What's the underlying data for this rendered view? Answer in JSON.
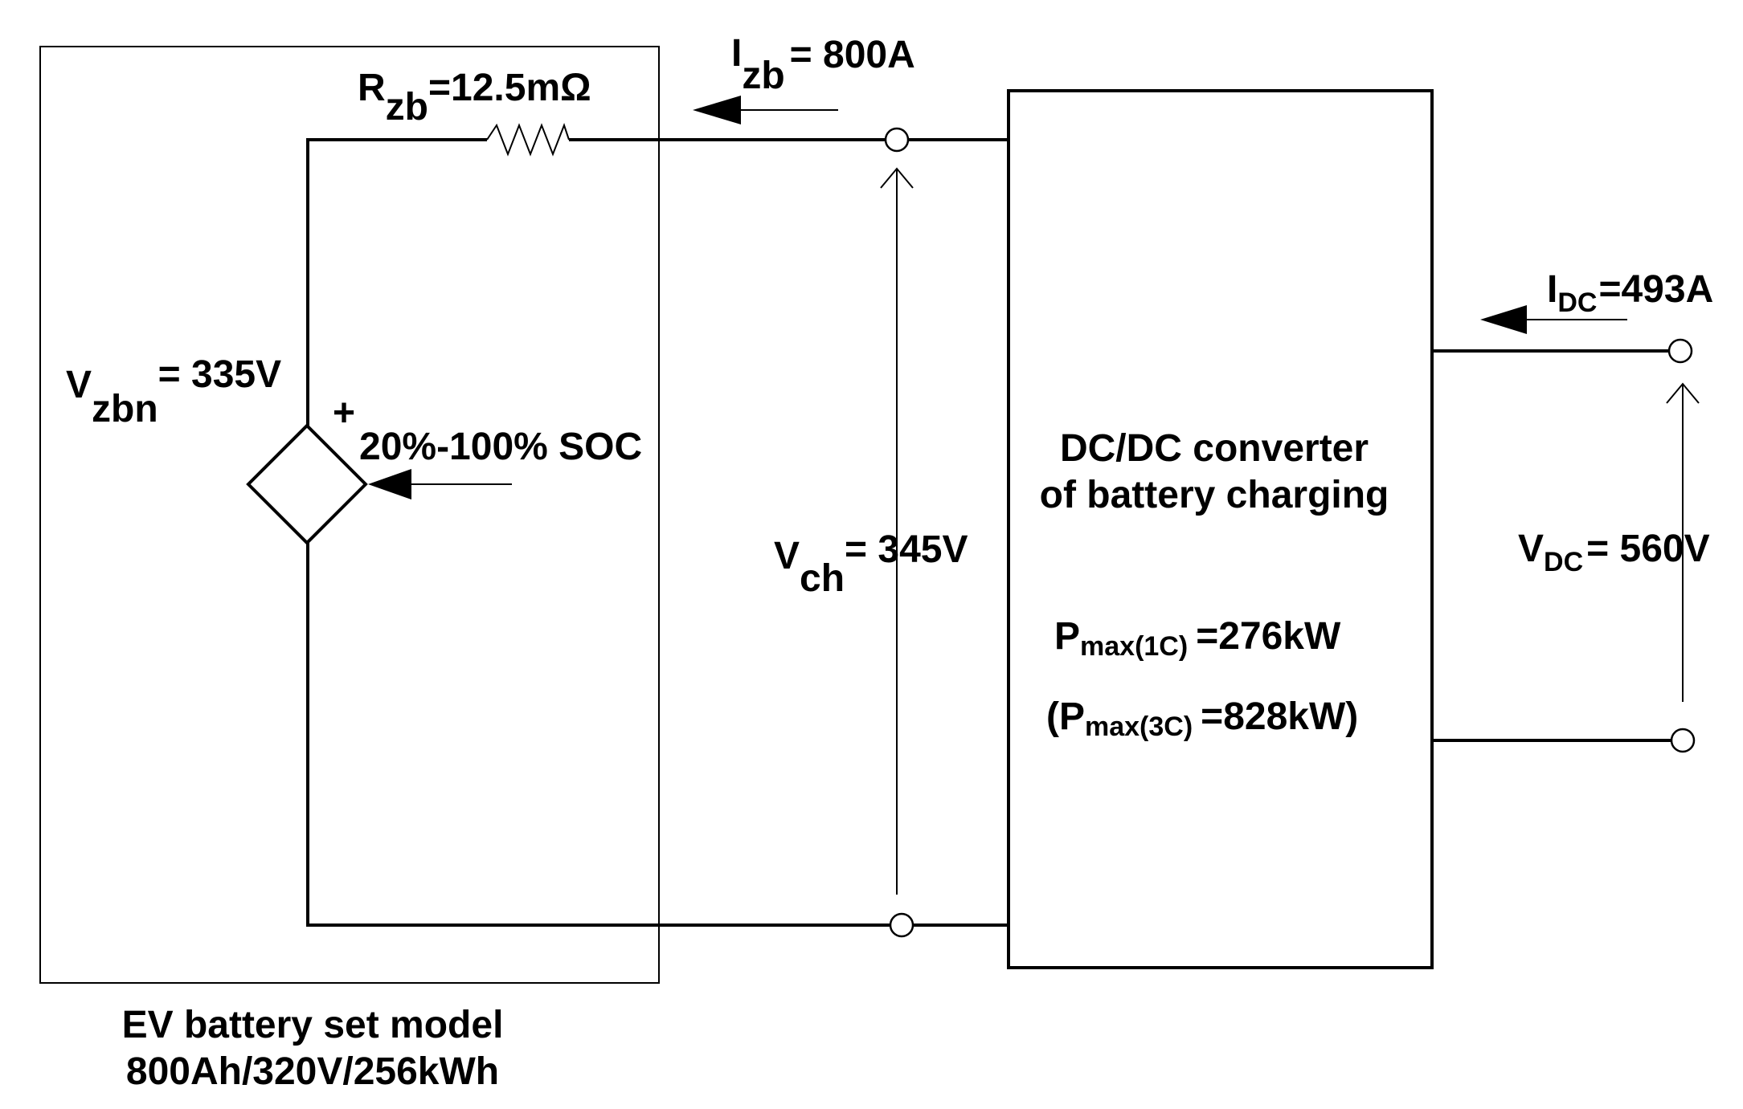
{
  "battery_model": {
    "caption_line1": "EV battery set model",
    "caption_line2": "800Ah/320V/256kWh",
    "resistor_symbol": "R",
    "resistor_sub": "zb",
    "resistor_value": "=12.5mΩ",
    "source_symbol": "V",
    "source_sub": "zbn",
    "source_value": "= 335V",
    "source_plus": "+",
    "soc_label": "20%-100% SOC"
  },
  "battery_current": {
    "symbol": "I",
    "sub": "zb",
    "value": "= 800A"
  },
  "charging_voltage": {
    "symbol": "V",
    "sub": "ch",
    "value": "= 345V"
  },
  "converter": {
    "title_line1": "DC/DC converter",
    "title_line2": "of battery charging",
    "p1_symbol": "P",
    "p1_sub": "max(1C)",
    "p1_value": "=276kW",
    "p3_open": "(P",
    "p3_sub": "max(3C)",
    "p3_value": "=828kW)"
  },
  "dc_current": {
    "symbol": "I",
    "sub": "DC",
    "value": "=493A"
  },
  "dc_voltage": {
    "symbol": "V",
    "sub": "DC",
    "value": "= 560V"
  },
  "colors": {
    "line": "#000000",
    "background": "#ffffff"
  }
}
